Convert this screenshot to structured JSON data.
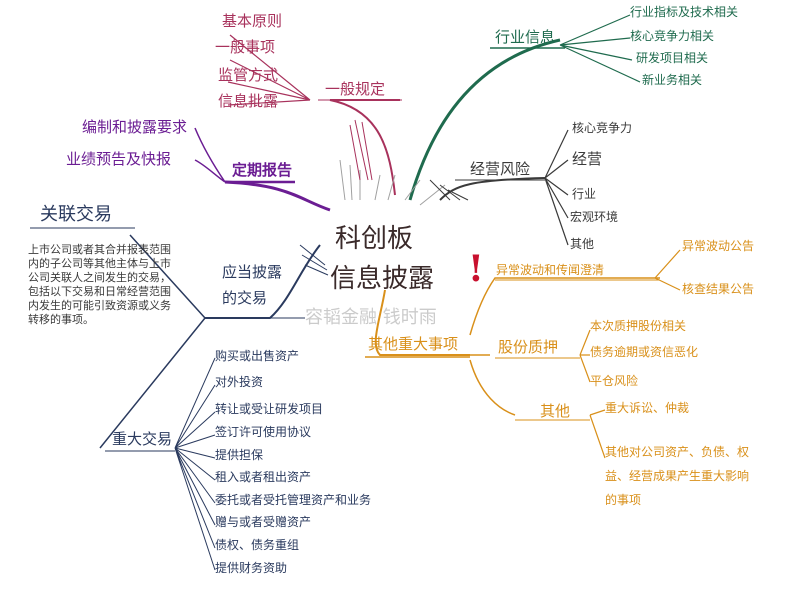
{
  "center": {
    "title": "科创板",
    "subtitle": "信息披露",
    "mark": "!"
  },
  "watermark": "容韬金融  钱时雨",
  "branches": {
    "general": {
      "label": "一般规定",
      "items": [
        "基本原则",
        "一般事项",
        "监管方式",
        "信息批露"
      ]
    },
    "periodic": {
      "label": "定期报告",
      "items": [
        "编制和披露要求",
        "业绩预告及快报"
      ]
    },
    "industry": {
      "label": "行业信息",
      "items": [
        "行业指标及技术相关",
        "核心竞争力相关",
        "研发项目相关",
        "新业务相关"
      ]
    },
    "operating": {
      "label": "经营风险",
      "items": [
        "核心竞争力",
        "经营",
        "行业",
        "宏观环境",
        "其他"
      ]
    },
    "related": {
      "label": "关联交易",
      "description": "上市公司或者其合并报表范围内的子公司等其他主体与上市公司关联人之间发生的交易，包括以下交易和日常经营范围内发生的可能引致资源或义务转移的事项。"
    },
    "disclosable": {
      "label": "应当披露的交易"
    },
    "major_deal": {
      "label": "重大交易",
      "items": [
        "购买或出售资产",
        "对外投资",
        "转让或受让研发项目",
        "签订许可使用协议",
        "提供担保",
        "租入或者租出资产",
        "委托或者受托管理资产和业务",
        "赠与或者受赠资产",
        "债权、债务重组",
        "提供财务资助"
      ]
    },
    "other_major": {
      "label": "其他重大事项",
      "abnormal": {
        "label": "异常波动和传闻澄清",
        "items": [
          "异常波动公告",
          "核查结果公告"
        ]
      },
      "pledge": {
        "label": "股份质押",
        "items": [
          "本次质押股份相关",
          "债务逾期或资信恶化",
          "平仓风险"
        ]
      },
      "misc": {
        "label": "其他",
        "items": [
          "重大诉讼、仲裁",
          "其他对公司资产、负债、权益、经营成果产生重大影响的事项"
        ]
      }
    }
  }
}
